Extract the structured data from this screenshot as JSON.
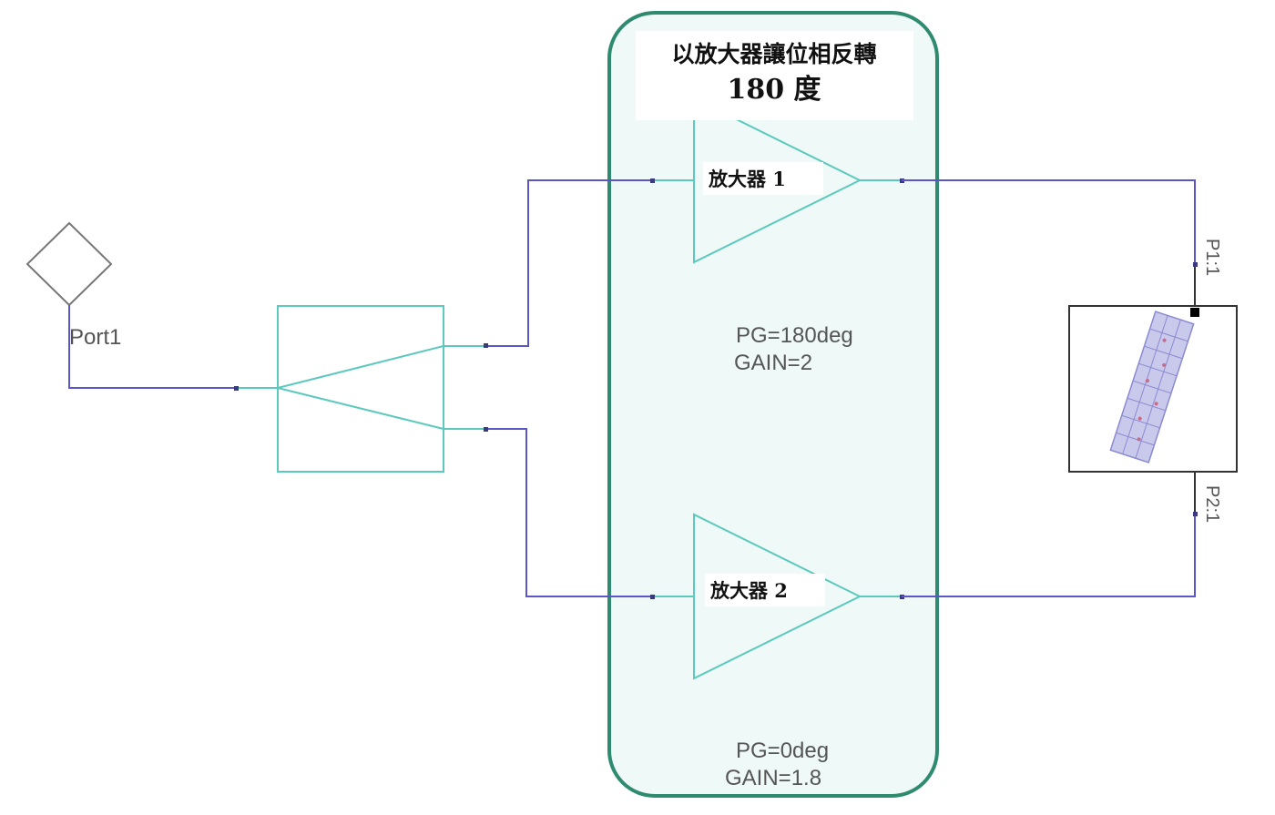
{
  "title": {
    "line1": "以放大器讓位相反轉",
    "line2": "180 度"
  },
  "port": {
    "label": "Port1"
  },
  "amplifier1": {
    "label": "放大器 1",
    "pg": "PG=180deg",
    "gain": "GAIN=2"
  },
  "amplifier2": {
    "label": "放大器 2",
    "pg": "PG=0deg",
    "gain": "GAIN=1.8"
  },
  "load": {
    "port1": "P1:1",
    "port2": "P2:1"
  },
  "colors": {
    "wire": "#5a56c8",
    "component": "#5cc9bd",
    "highlight_border": "#2e8b6f",
    "highlight_fill": "#eef9f8"
  }
}
